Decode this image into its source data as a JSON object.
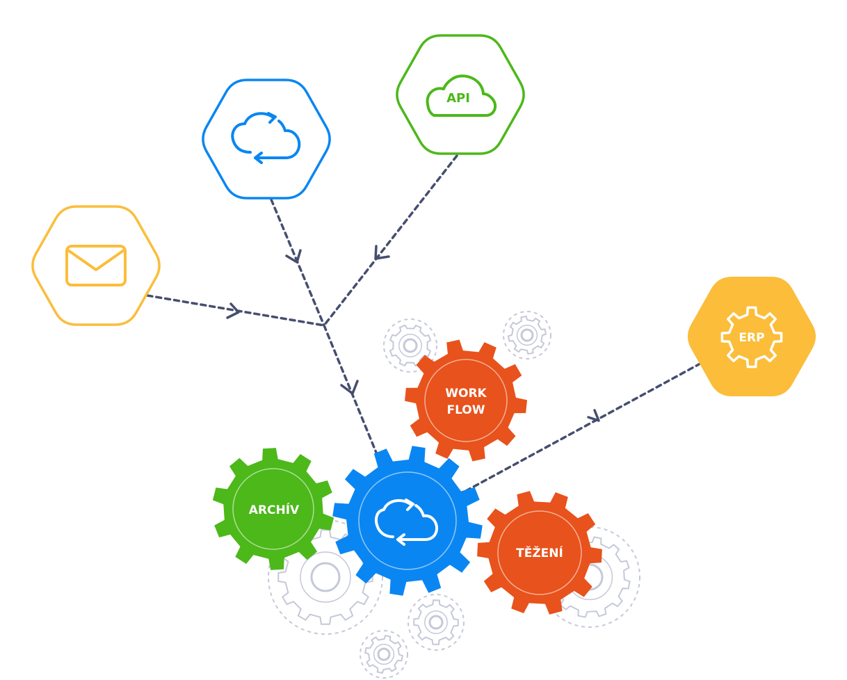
{
  "colors": {
    "email": "#fbbd3a",
    "cloud": "#0a86f2",
    "api": "#4cb81a",
    "erp": "#fbbd3a",
    "workflow": "#e8521c",
    "mining": "#e8521c",
    "archive": "#4cb81a",
    "core": "#0a86f2",
    "connector": "#464e6f",
    "bg_gear": "#c5c8d8"
  },
  "nodes": {
    "email": {
      "icon": "envelope-icon"
    },
    "cloud_sync": {
      "icon": "cloud-sync-icon"
    },
    "api": {
      "icon": "cloud-icon",
      "label": "API"
    },
    "erp": {
      "icon": "gear-icon",
      "label": "ERP"
    }
  },
  "gears": {
    "workflow": {
      "line1": "WORK",
      "line2": "FLOW"
    },
    "archive": {
      "label": "ARCHÍV"
    },
    "mining": {
      "label": "TĚŽENÍ"
    },
    "core": {
      "icon": "cloud-sync-icon"
    }
  }
}
